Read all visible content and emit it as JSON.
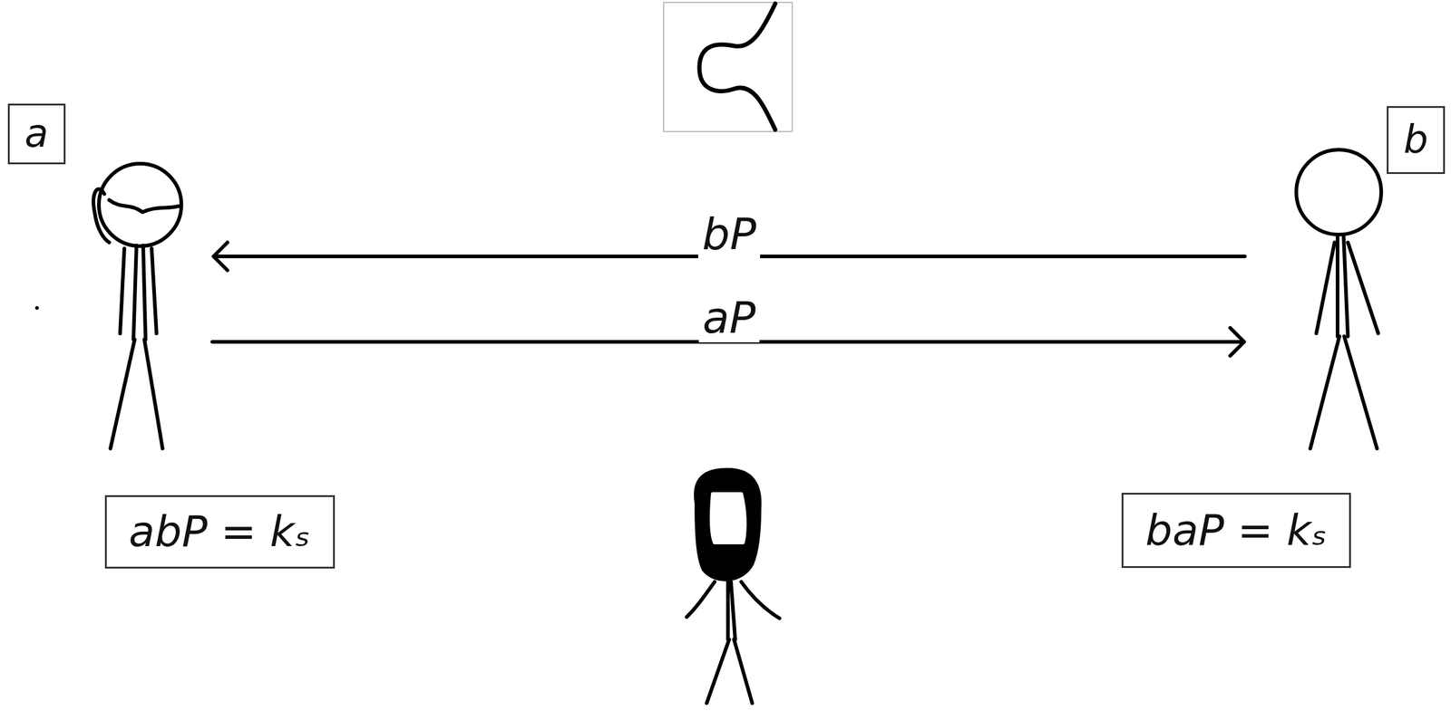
{
  "diagram": {
    "nodes": [
      {
        "text": [
          "a"
        ]
      },
      {
        "text": [
          "b"
        ]
      },
      {
        "text": [
          "abP = kₛ"
        ]
      },
      {
        "text": [
          "baP = kₛ"
        ]
      }
    ],
    "labels": [
      "bP",
      "aP"
    ]
  }
}
